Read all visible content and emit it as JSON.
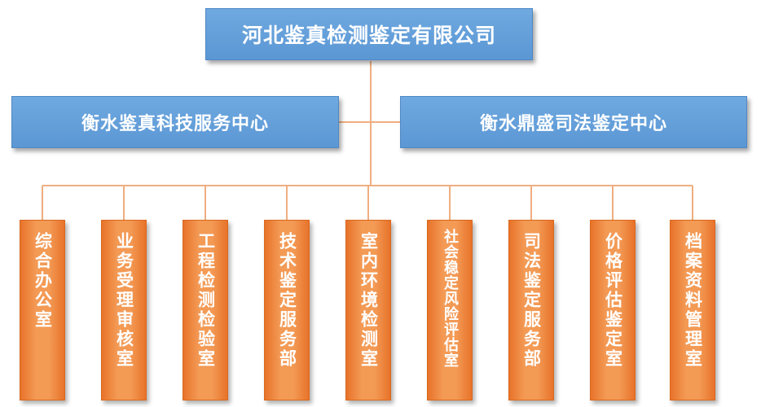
{
  "org": {
    "root": "河北鉴真检测鉴定有限公司",
    "centers": [
      "衡水鉴真科技服务中心",
      "衡水鼎盛司法鉴定中心"
    ],
    "departments": [
      "综合办公室",
      "业务受理审核室",
      "工程检测检验室",
      "技术鉴定服务部",
      "室内环境检测室",
      "社会稳定风险评估室",
      "司法鉴定服务部",
      "价格评估鉴定室",
      "档案资料管理室"
    ]
  },
  "colors": {
    "blue": "#5b9bd5",
    "orange": "#ed7d31",
    "line": "#f0b080"
  }
}
